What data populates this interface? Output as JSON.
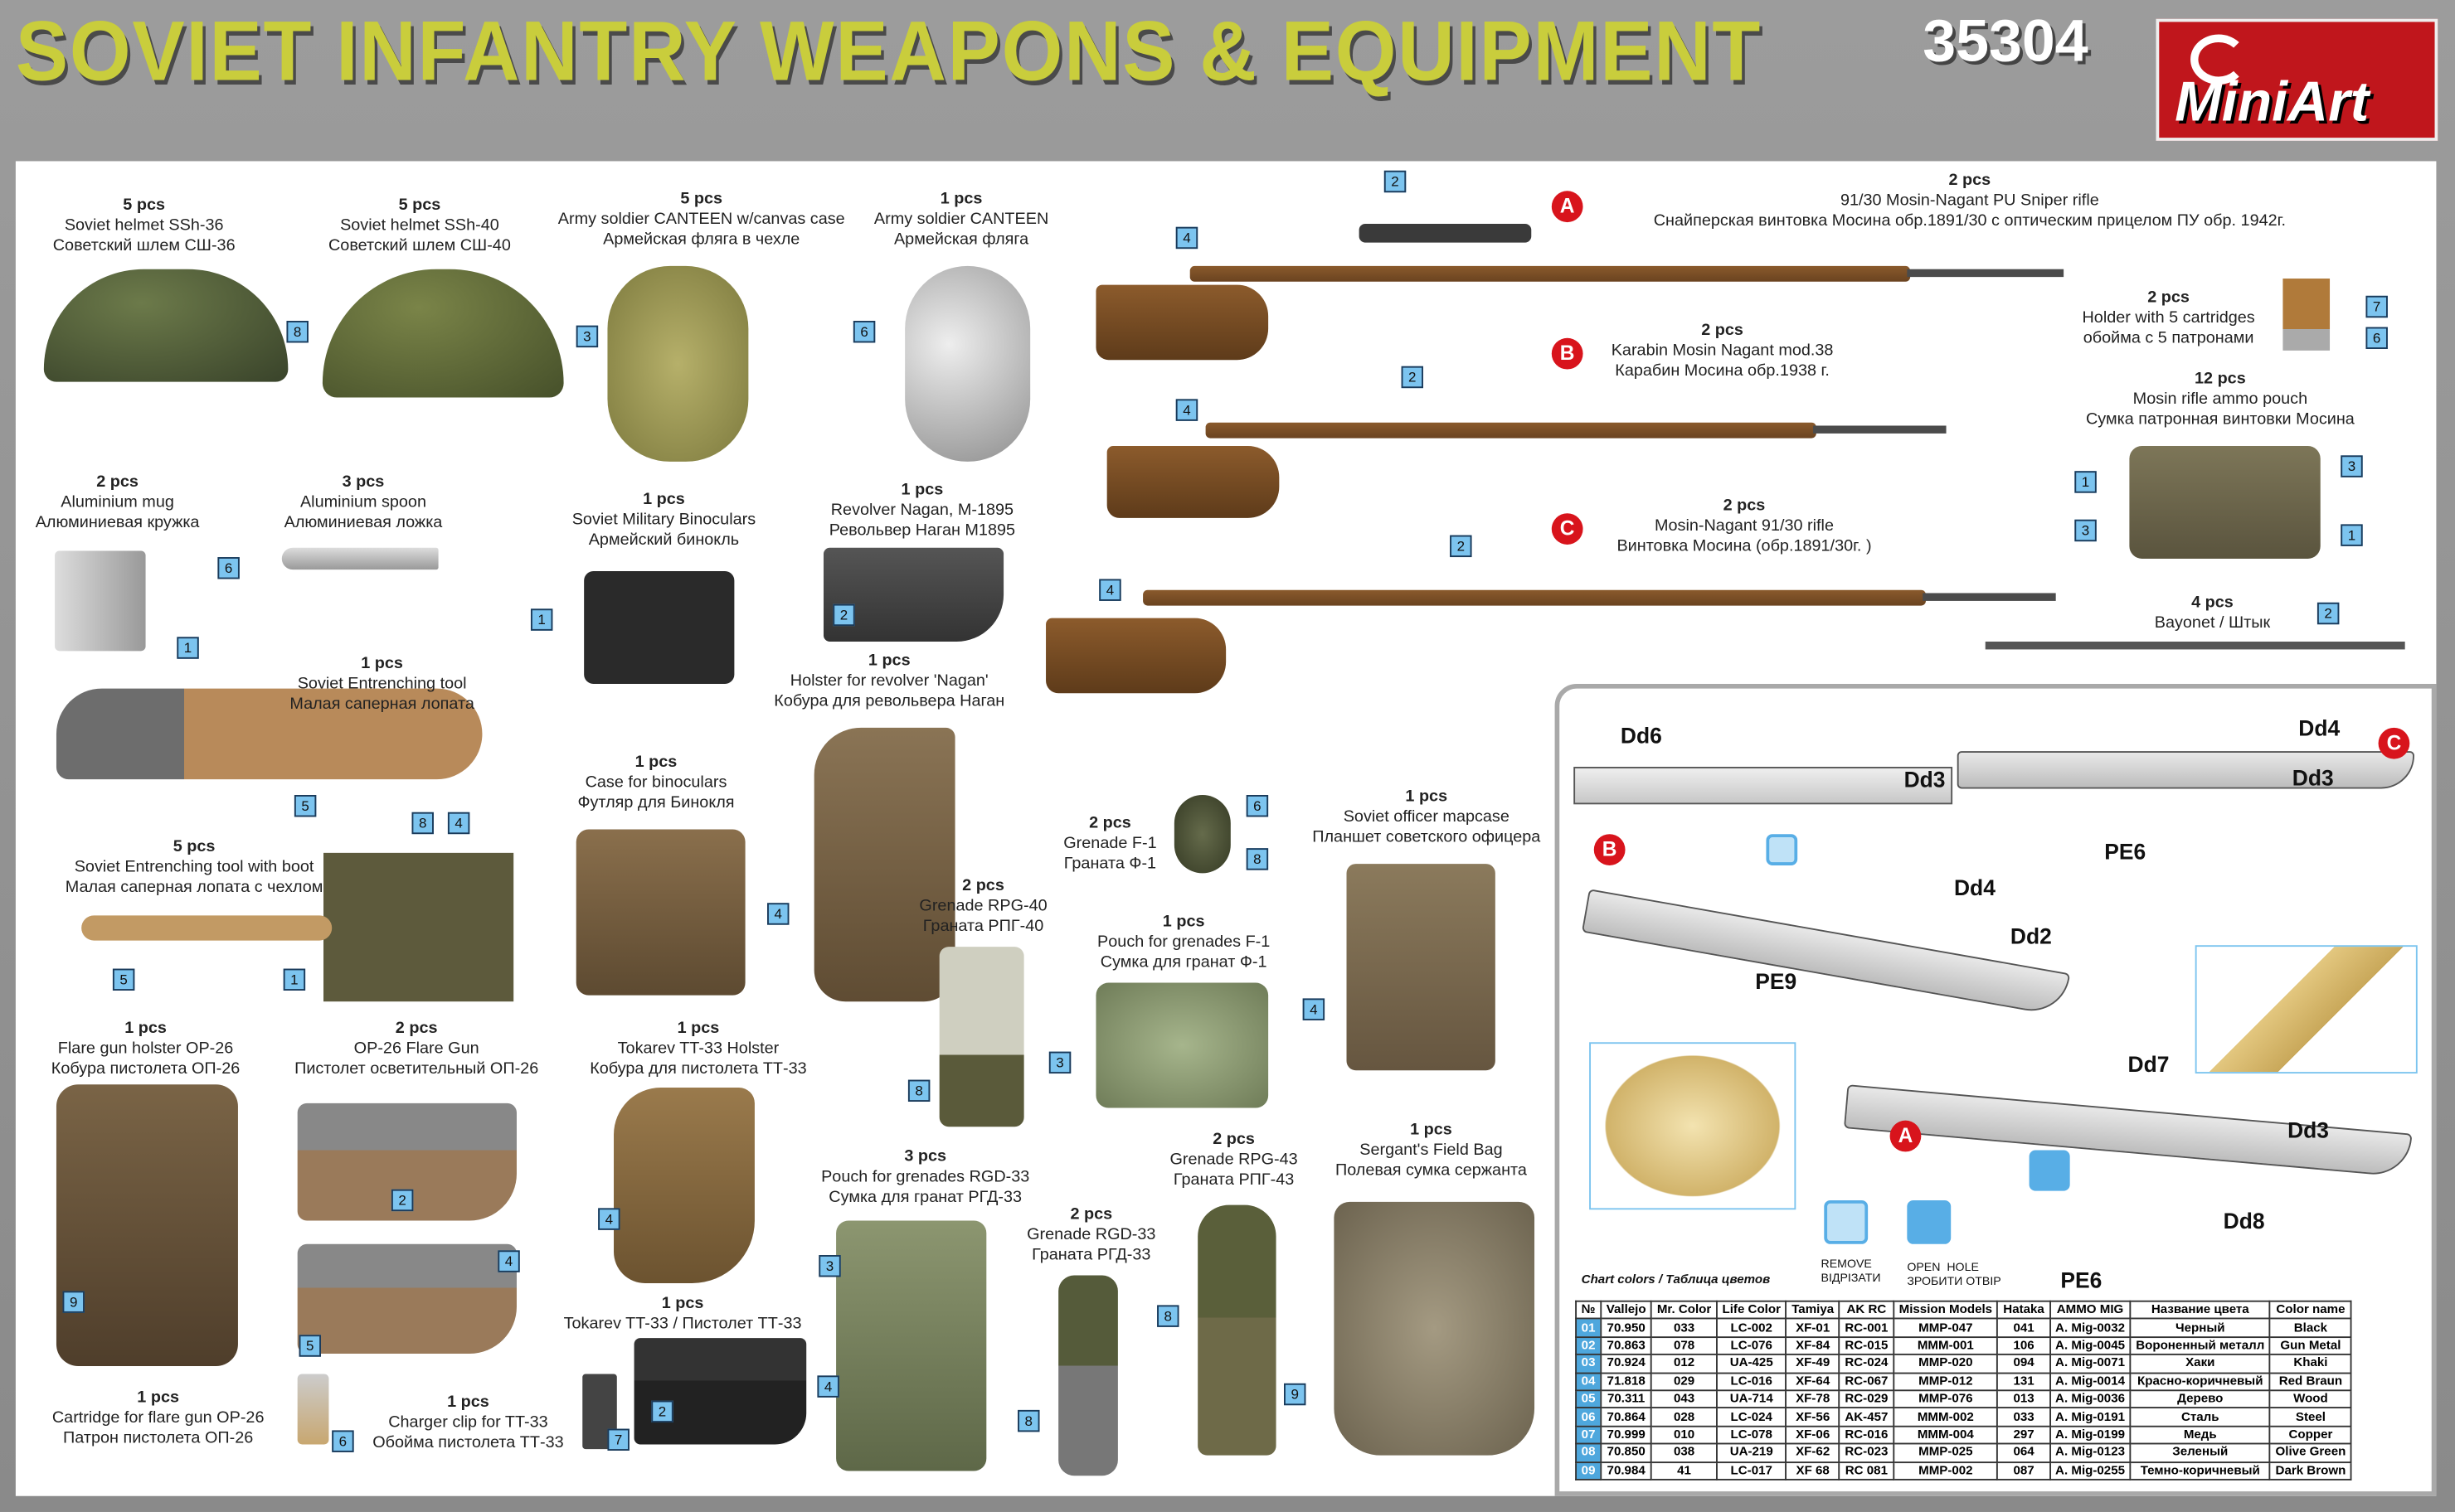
{
  "header": {
    "title": "SOVIET INFANTRY WEAPONS & EQUIPMENT",
    "code": "35304",
    "brand": "MiniArt"
  },
  "items": [
    {
      "qty": "5 pcs",
      "en": "Soviet helmet SSh-36",
      "ru": "Советский шлем СШ-36"
    },
    {
      "qty": "5 pcs",
      "en": "Soviet helmet SSh-40",
      "ru": "Советский шлем СШ-40"
    },
    {
      "qty": "5 pcs",
      "en": "Army soldier CANTEEN w/canvas case",
      "ru": "Армейская фляга в чехле"
    },
    {
      "qty": "1 pcs",
      "en": "Army soldier CANTEEN",
      "ru": "Армейская фляга"
    },
    {
      "qty": "2 pcs",
      "en": "91/30 Mosin-Nagant PU Sniper rifle",
      "ru": "Снайперская винтовка Мосина обр.1891/30 с оптическим прицелом ПУ обр. 1942г."
    },
    {
      "qty": "2 pcs",
      "en": "Karabin Mosin Nagant mod.38",
      "ru": "Карабин Мосина обр.1938 г."
    },
    {
      "qty": "2 pcs",
      "en": "Mosin-Nagant 91/30 rifle",
      "ru": "Винтовка Мосина (обр.1891/30г. )"
    },
    {
      "qty": "2 pcs",
      "en": "Holder with 5 cartridges",
      "ru": "обойма с 5 патронами"
    },
    {
      "qty": "12 pcs",
      "en": "Mosin rifle ammo pouch",
      "ru": "Сумка патронная винтовки Мосина"
    },
    {
      "qty": "4 pcs",
      "en": "Bayonet / Штык",
      "ru": ""
    },
    {
      "qty": "2 pcs",
      "en": "Aluminium mug",
      "ru": "Алюминиевая кружка"
    },
    {
      "qty": "3 pcs",
      "en": "Aluminium spoon",
      "ru": "Алюминиевая ложка"
    },
    {
      "qty": "1 pcs",
      "en": "Soviet Military Binoculars",
      "ru": "Армейский бинокль"
    },
    {
      "qty": "1 pcs",
      "en": "Revolver Nagan, M-1895",
      "ru": "Револьвер Наган М1895"
    },
    {
      "qty": "1 pcs",
      "en": "Soviet Entrenching tool",
      "ru": "Малая саперная лопата"
    },
    {
      "qty": "1 pcs",
      "en": "Holster for revolver 'Nagan'",
      "ru": "Кобура для револьвера Наган"
    },
    {
      "qty": "5 pcs",
      "en": "Soviet Entrenching tool with boot",
      "ru": "Малая саперная лопата с чехлом"
    },
    {
      "qty": "1 pcs",
      "en": "Case for binoculars",
      "ru": "Футляр для Бинокля"
    },
    {
      "qty": "2 pcs",
      "en": "Grenade F-1",
      "ru": "Граната Ф-1"
    },
    {
      "qty": "1 pcs",
      "en": "Soviet officer mapcase",
      "ru": "Планшет советского офицера"
    },
    {
      "qty": "2 pcs",
      "en": "Grenade RPG-40",
      "ru": "Граната РПГ-40"
    },
    {
      "qty": "1 pcs",
      "en": "Pouch for grenades F-1",
      "ru": "Сумка для гранат Ф-1"
    },
    {
      "qty": "1 pcs",
      "en": "Flare gun holster OP-26",
      "ru": "Кобура пистолета ОП-26"
    },
    {
      "qty": "2 pcs",
      "en": "OP-26 Flare Gun",
      "ru": "Пистолет осветительный ОП-26"
    },
    {
      "qty": "1 pcs",
      "en": "Tokarev TT-33 Holster",
      "ru": "Кобура для пистолета ТТ-33"
    },
    {
      "qty": "3 pcs",
      "en": "Pouch for grenades RGD-33",
      "ru": "Сумка для гранат РГД-33"
    },
    {
      "qty": "2 pcs",
      "en": "Grenade RPG-43",
      "ru": "Граната РПГ-43"
    },
    {
      "qty": "1 pcs",
      "en": "Sergant's Field Bag",
      "ru": "Полевая сумка сержанта"
    },
    {
      "qty": "2 pcs",
      "en": "Grenade RGD-33",
      "ru": "Граната РГД-33"
    },
    {
      "qty": "1 pcs",
      "en": "Tokarev TT-33 / Пистолет ТТ-33",
      "ru": ""
    },
    {
      "qty": "1 pcs",
      "en": "Cartridge for flare gun OP-26",
      "ru": "Патрон пистолета ОП-26"
    },
    {
      "qty": "1 pcs",
      "en": "Charger clip for TT-33",
      "ru": "Обойма пистолета ТТ-33"
    }
  ],
  "callouts": [
    "8",
    "3",
    "6",
    "4",
    "2",
    "2",
    "4",
    "2",
    "4",
    "7",
    "6",
    "3",
    "1",
    "3",
    "1",
    "2",
    "6",
    "1",
    "2",
    "1",
    "5",
    "8",
    "4",
    "5",
    "1",
    "4",
    "6",
    "8",
    "4",
    "8",
    "3",
    "2",
    "4",
    "4",
    "9",
    "5",
    "6",
    "3",
    "2",
    "7",
    "4",
    "8",
    "9",
    "8"
  ],
  "variant_markers": [
    "A",
    "B",
    "C",
    "C",
    "B",
    "A"
  ],
  "diagram_labels": [
    "Dd6",
    "Dd3",
    "Dd4",
    "Dd3",
    "PE6",
    "Dd4",
    "Dd2",
    "PE9",
    "Dd7",
    "Dd3",
    "Dd8",
    "PE6"
  ],
  "icons": {
    "remove": "REMOVE",
    "remove_ua": "ВІДРІЗАТИ",
    "open_hole": "OPEN  HOLE",
    "open_hole_ua": "ЗРОБИТИ ОТВІР"
  },
  "colors_table": {
    "caption": "Chart colors / Таблица цветов",
    "headers": [
      "№",
      "Vallejo",
      "Mr. Color",
      "Life Color",
      "Tamiya",
      "AK RC",
      "Mission Models",
      "Hataka",
      "AMMO MIG",
      "Название цвета",
      "Color name"
    ],
    "rows": [
      [
        "01",
        "70.950",
        "033",
        "LC-002",
        "XF-01",
        "RC-001",
        "MMP-047",
        "041",
        "A. Mig-0032",
        "Черный",
        "Black"
      ],
      [
        "02",
        "70.863",
        "078",
        "LC-076",
        "XF-84",
        "RC-015",
        "MMM-001",
        "106",
        "A. Mig-0045",
        "Вороненный металл",
        "Gun Metal"
      ],
      [
        "03",
        "70.924",
        "012",
        "UA-425",
        "XF-49",
        "RC-024",
        "MMP-020",
        "094",
        "A. Mig-0071",
        "Хаки",
        "Khaki"
      ],
      [
        "04",
        "71.818",
        "029",
        "LC-016",
        "XF-64",
        "RC-067",
        "MMP-012",
        "131",
        "A. Mig-0014",
        "Красно-коричневый",
        "Red Braun"
      ],
      [
        "05",
        "70.311",
        "043",
        "UA-714",
        "XF-78",
        "RC-029",
        "MMP-076",
        "013",
        "A. Mig-0036",
        "Дерево",
        "Wood"
      ],
      [
        "06",
        "70.864",
        "028",
        "LC-024",
        "XF-56",
        "AK-457",
        "MMM-002",
        "033",
        "A. Mig-0191",
        "Сталь",
        "Steel"
      ],
      [
        "07",
        "70.999",
        "010",
        "LC-078",
        "XF-06",
        "RC-016",
        "MMM-004",
        "297",
        "A. Mig-0199",
        "Медь",
        "Copper"
      ],
      [
        "08",
        "70.850",
        "038",
        "UA-219",
        "XF-62",
        "RC-023",
        "MMP-025",
        "064",
        "A. Mig-0123",
        "Зеленый",
        "Olive Green"
      ],
      [
        "09",
        "70.984",
        "41",
        "LC-017",
        "XF 68",
        "RC 081",
        "MMP-002",
        "087",
        "A. Mig-0255",
        "Темно-коричневый",
        "Dark Brown"
      ]
    ]
  },
  "palette": {
    "title": "#c9cd3c",
    "brand_red": "#c0161c",
    "callout": "#7cc4ef",
    "marker": "#d8141c"
  }
}
